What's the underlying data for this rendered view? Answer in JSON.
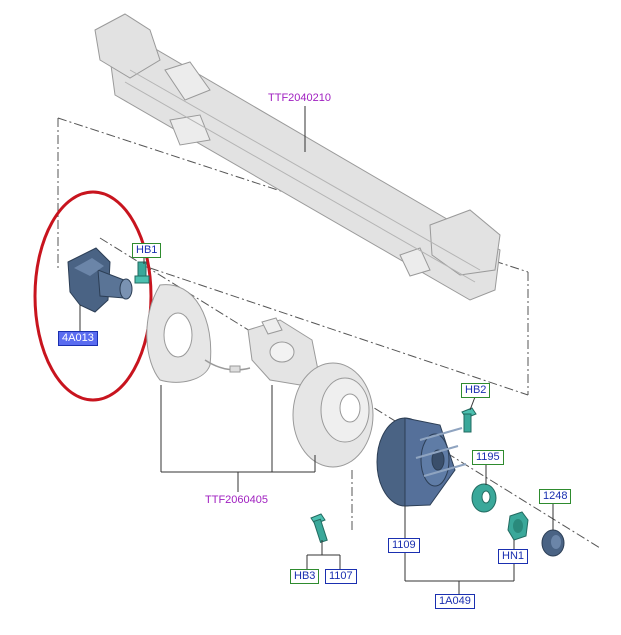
{
  "diagram": {
    "references": {
      "crossmember": "TTF2040210",
      "brake_assembly": "TTF2060405"
    },
    "callouts": {
      "knuckle": "4A013",
      "knuckle_bolt": "HB1",
      "hub_bolt": "HB2",
      "seal": "1195",
      "cap": "1248",
      "hub": "1109",
      "nut": "HN1",
      "stud_bolt": "HB3",
      "stud": "1107",
      "hub_assembly": "1A049"
    },
    "colors": {
      "reference_text": "#a020c0",
      "callout_text": "#1a2fb0",
      "callout_green_border": "#2e8b2e",
      "highlight_circle": "#c8141e",
      "selected_fill": "#5a6cf0",
      "part_gray": "#d8d8d8",
      "part_blue": "#4a6384",
      "part_teal": "#3aa89a"
    }
  }
}
